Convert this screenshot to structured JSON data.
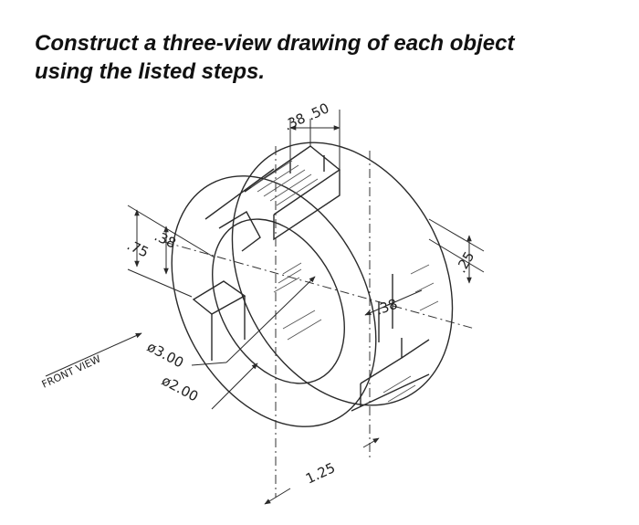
{
  "prompt": {
    "line1": "Construct a three-view drawing of each object",
    "line2": "using the listed steps."
  },
  "drawing": {
    "dimensions": {
      "top_slot": ".38",
      "top_depth": ".50",
      "left_outer": ".75",
      "left_inner": ".38",
      "right_flange": ".25",
      "center_key": ".38",
      "outer_dia": "ø3.00",
      "inner_dia": "ø2.00",
      "width": "1.25"
    },
    "front_view_label": "FRONT VIEW"
  },
  "colors": {
    "line": "#2a2a2a",
    "text": "#111111",
    "background": "#ffffff"
  }
}
